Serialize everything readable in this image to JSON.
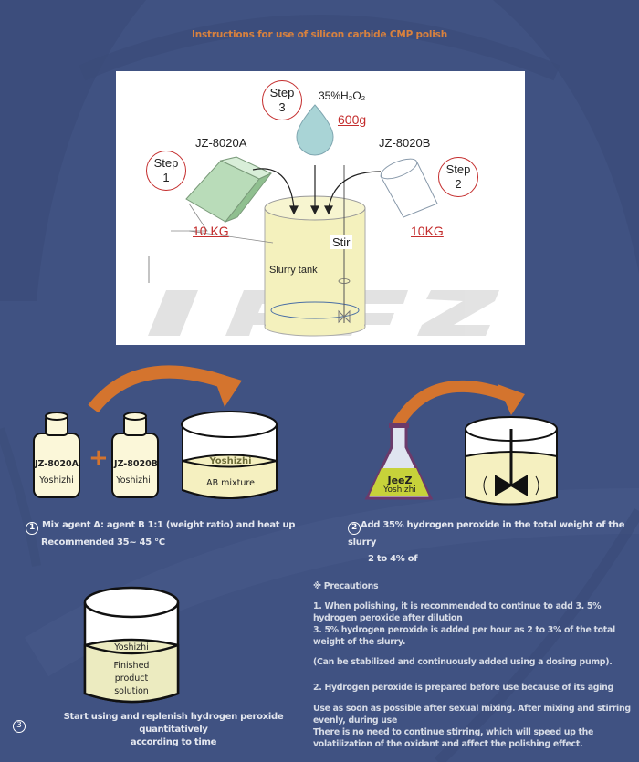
{
  "page": {
    "title": "Instructions for use of silicon carbide CMP polish",
    "colors": {
      "background": "#405282",
      "title": "#d8813e",
      "accent_red": "#c42d2d",
      "liquid": "#f5f2c8",
      "arrow": "#d4742e"
    }
  },
  "diagram": {
    "watermark": "JEEZ",
    "step1": {
      "label": "Step",
      "number": "1",
      "product": "JZ-8020A",
      "amount": "10 KG"
    },
    "step2": {
      "label": "Step",
      "number": "2",
      "product": "JZ-8020B",
      "amount": "10KG"
    },
    "step3": {
      "label": "Step",
      "number": "3",
      "product": "35%H₂O₂",
      "amount": "600g"
    },
    "stir_label": "Stir",
    "tank_label": "Slurry tank"
  },
  "stage1": {
    "bottle_a": {
      "code": "JZ-8020A",
      "brand": "Yoshizhi"
    },
    "plus": "+",
    "bottle_b": {
      "code": "JZ-8020B",
      "brand": "Yoshizhi"
    },
    "beaker": {
      "brand": "Yoshizhi",
      "label": "AB mixture"
    },
    "number": "1",
    "caption_line1": "Mix agent A: agent B 1:1 (weight ratio) and heat up",
    "caption_line2": "Recommended 35~ 45 °C"
  },
  "stage2": {
    "flask": {
      "brand": "JeeZ",
      "sub": "Yoshizhi"
    },
    "number": "2",
    "caption_line1": "Add 35% hydrogen peroxide in the total weight of the slurry",
    "caption_line2": "2 to 4% of"
  },
  "stage3": {
    "beaker": {
      "brand": "Yoshizhi",
      "line1": "Finished",
      "line2": "product",
      "line3": "solution"
    },
    "number": "3",
    "caption_line1": "Start using and replenish hydrogen peroxide quantitatively",
    "caption_line2": "according to time"
  },
  "precautions": {
    "heading": "※ Precautions",
    "p1_line1": "1. When polishing, it is recommended to continue to add 3. 5%",
    "p1_line2": "hydrogen peroxide after dilution",
    "p1_line3": "3. 5% hydrogen peroxide is added per hour as 2 to 3% of the total",
    "p1_line4": "weight of the slurry.",
    "p1_note": "(Can be stabilized and continuously added using a dosing pump).",
    "p2_heading": "2. Hydrogen peroxide is prepared before use because of its aging",
    "p2_line1": "Use as soon as possible after sexual mixing. After mixing and stirring",
    "p2_line2": "evenly, during use",
    "p2_line3": "There is no need to continue stirring, which will speed up the",
    "p2_line4": "volatilization of the oxidant and affect the polishing effect."
  }
}
